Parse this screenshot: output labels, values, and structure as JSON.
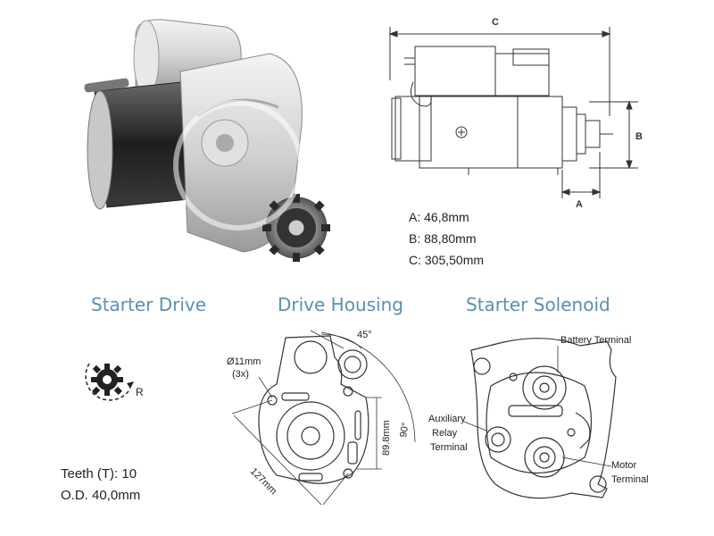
{
  "sections": {
    "starter_drive": "Starter Drive",
    "drive_housing": "Drive Housing",
    "starter_solenoid": "Starter Solenoid"
  },
  "dimensions": {
    "a": "A: 46,8mm",
    "b": "B: 88,80mm",
    "c": "C: 305,50mm",
    "label_a": "A",
    "label_b": "B",
    "label_c": "C"
  },
  "starter_drive": {
    "rotation": "R",
    "teeth": "Teeth (T):  10",
    "od": "O.D. 40,0mm"
  },
  "drive_housing": {
    "angle": "45°",
    "right_angle": "90°",
    "hole": "Ø11mm",
    "hole_count": "(3x)",
    "height": "89.8mm",
    "diagonal": "127mm"
  },
  "solenoid": {
    "battery": "Battery Terminal",
    "aux_1": "Auxiliary",
    "aux_2": "Relay",
    "aux_3": "Terminal",
    "motor_1": "Motor",
    "motor_2": "Terminal"
  },
  "colors": {
    "title": "#5b8fb0",
    "line": "#333333"
  }
}
